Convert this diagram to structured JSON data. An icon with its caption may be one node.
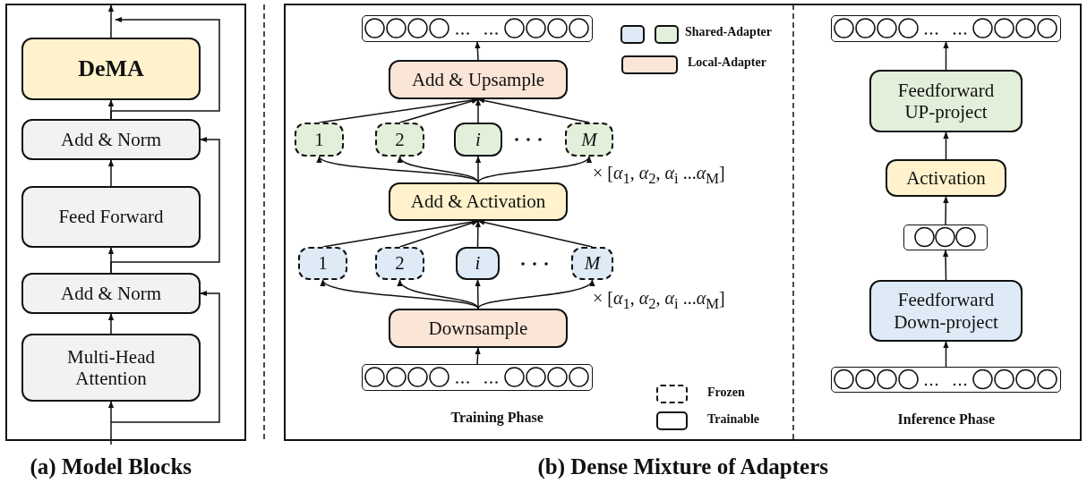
{
  "diagram": {
    "nodes": [
      {
        "text": [
          "DeMA"
        ]
      },
      {
        "text": [
          "Add & Norm"
        ]
      },
      {
        "text": [
          "Feed Forward"
        ]
      },
      {
        "text": [
          "Add & Norm"
        ]
      },
      {
        "text": [
          "Multi-Head Attention"
        ]
      },
      {
        "text": [],
        "shape": "bar"
      },
      {
        "text": [
          "Add & Upsample"
        ]
      },
      {
        "text": [
          "1"
        ]
      },
      {
        "text": [
          "2"
        ]
      },
      {
        "text": [
          "i"
        ]
      },
      {
        "text": [
          "M"
        ]
      },
      {
        "text": [
          "Add & Activation"
        ]
      },
      {
        "text": [
          "1"
        ]
      },
      {
        "text": [
          "2"
        ]
      },
      {
        "text": [
          "i"
        ]
      },
      {
        "text": [
          "M"
        ]
      },
      {
        "text": [
          "Downsample"
        ]
      },
      {
        "text": [],
        "shape": "bar"
      },
      {
        "text": [],
        "shape": "bar"
      },
      {
        "text": [
          "Feedforward UP-project"
        ]
      },
      {
        "text": [
          "Activation"
        ]
      },
      {
        "text": [],
        "shape": "bar"
      },
      {
        "text": [
          "Feedforward Down-project"
        ]
      },
      {
        "text": [],
        "shape": "bar"
      }
    ],
    "edges": [
      {
        "from": null,
        "to": 4,
        "arrow": "to"
      },
      {
        "from": null,
        "to": 3,
        "arrow": "to"
      },
      {
        "from": 4,
        "to": 3,
        "arrow": "to"
      },
      {
        "from": 3,
        "to": 2,
        "arrow": "to"
      },
      {
        "from": 3,
        "to": 1,
        "arrow": "to"
      },
      {
        "from": 2,
        "to": 1,
        "arrow": "to"
      },
      {
        "from": 1,
        "to": 0,
        "arrow": "to"
      },
      {
        "from": 1,
        "to": 0,
        "arrow": "to"
      },
      {
        "from": 0,
        "to": null,
        "arrow": "to"
      },
      {
        "from": 17,
        "to": 16,
        "arrow": "to"
      },
      {
        "from": 16,
        "to": 12,
        "arrow": "to"
      },
      {
        "from": 16,
        "to": 13,
        "arrow": "to"
      },
      {
        "from": 16,
        "to": 14,
        "arrow": "to"
      },
      {
        "from": 16,
        "to": 15,
        "arrow": "to"
      },
      {
        "from": 12,
        "to": 11,
        "arrow": "to"
      },
      {
        "from": 13,
        "to": 11,
        "arrow": "to"
      },
      {
        "from": 14,
        "to": 11,
        "arrow": "to"
      },
      {
        "from": 15,
        "to": 11,
        "arrow": "to"
      },
      {
        "from": 11,
        "to": 7,
        "arrow": "to"
      },
      {
        "from": 11,
        "to": 8,
        "arrow": "to"
      },
      {
        "from": 11,
        "to": 9,
        "arrow": "to"
      },
      {
        "from": 11,
        "to": 10,
        "arrow": "to"
      },
      {
        "from": 7,
        "to": 6,
        "arrow": "to"
      },
      {
        "from": 8,
        "to": 6,
        "arrow": "to"
      },
      {
        "from": 9,
        "to": 6,
        "arrow": "to"
      },
      {
        "from": 10,
        "to": 6,
        "arrow": "to"
      },
      {
        "from": 6,
        "to": 5,
        "arrow": "to"
      },
      {
        "from": 23,
        "to": 22,
        "arrow": "to"
      },
      {
        "from": 22,
        "to": 21,
        "arrow": "to"
      },
      {
        "from": 21,
        "to": 20,
        "arrow": "to"
      },
      {
        "from": 20,
        "to": 19,
        "arrow": "to"
      },
      {
        "from": 19,
        "to": 18,
        "arrow": "to"
      }
    ],
    "labels": [
      "× [*α*$_{1}$, *α*$_{2}$, *α*$_{i}$  ...*α*$_{M}$]",
      "× [*α*$_{1}$, *α*$_{2}$, *α*$_{i}$  ...*α*$_{M}$]",
      "Training Phase",
      "Inference Phase",
      "(a) Model Blocks",
      "(b) Dense Mixture of Adapters"
    ],
    "legend": [
      {
        "text": "Shared-Adapter",
        "color": "#e2efda"
      },
      {
        "text": "Local-Adapter",
        "color": "#fbe5d6"
      },
      {
        "text": "Frozen"
      },
      {
        "text": "Trainable"
      }
    ]
  }
}
